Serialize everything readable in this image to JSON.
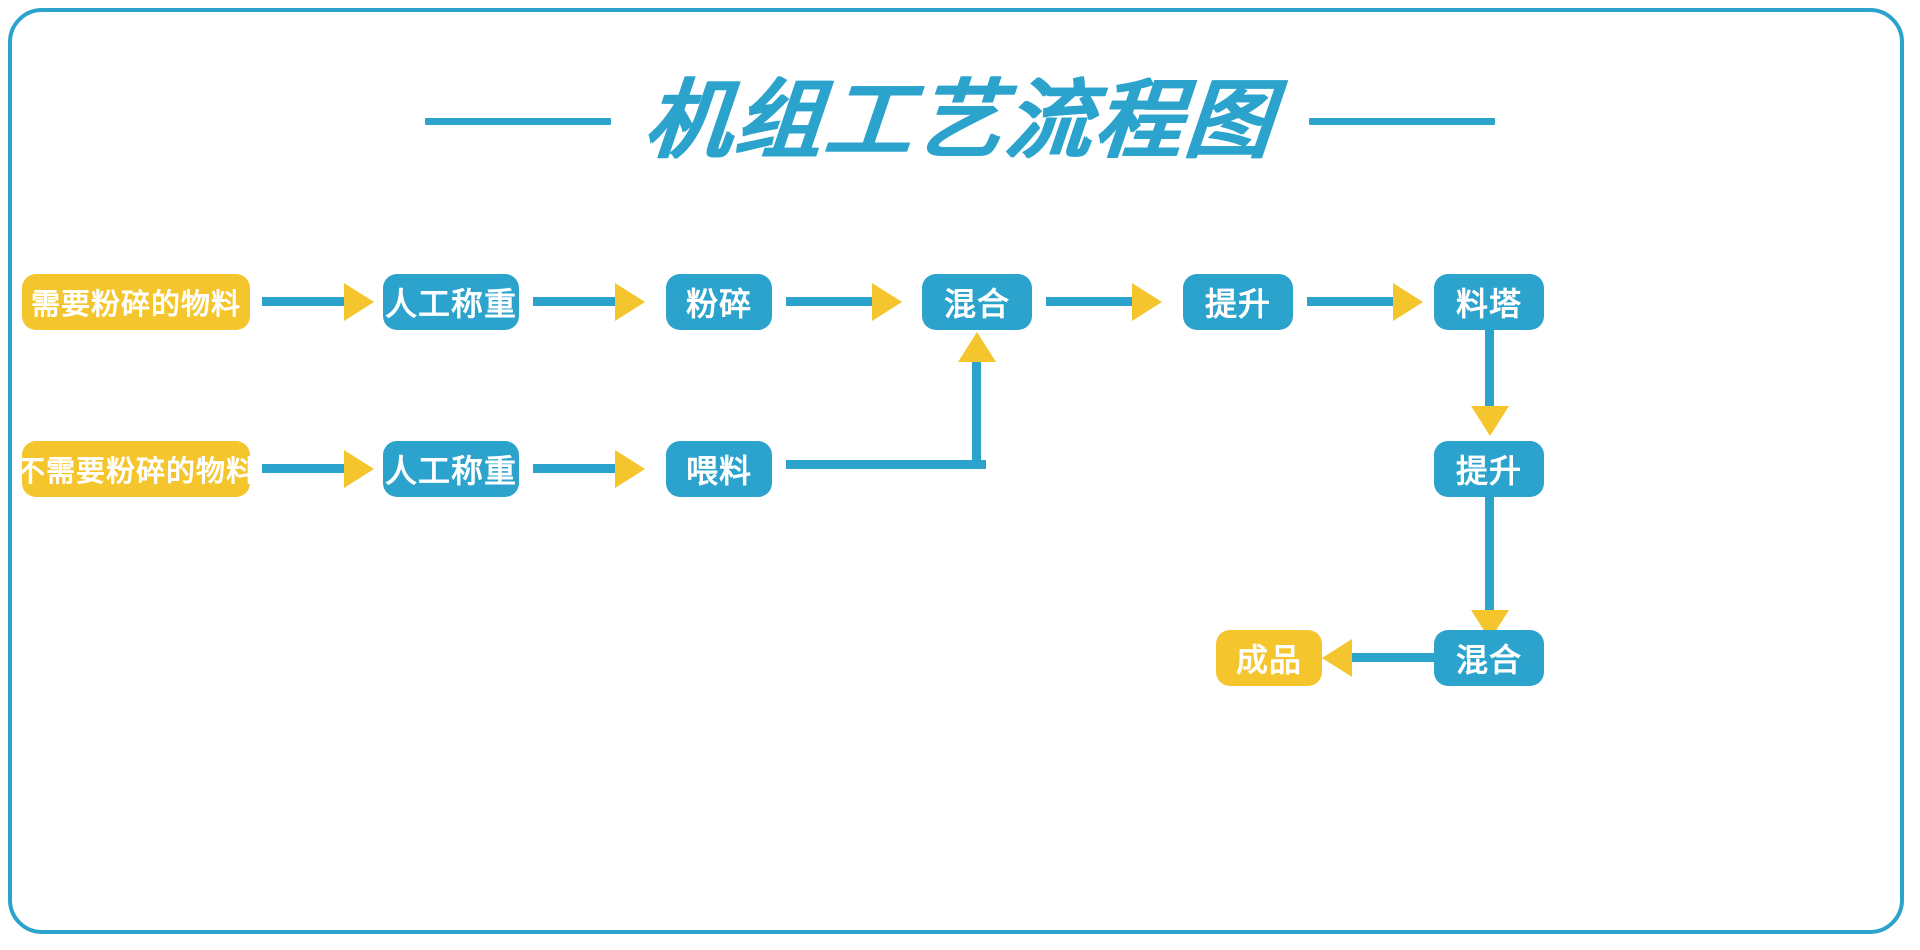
{
  "diagram": {
    "title": "机组工艺流程图",
    "colors": {
      "blue": "#2BA3CC",
      "yellow": "#F5C52E",
      "node_text": "#FFFFFF",
      "background": "#FFFFFF",
      "frame_border": "#2BA3CC"
    },
    "nodes": {
      "r1_n1": "需要粉碎的物料",
      "r1_n2": "人工称重",
      "r1_n3": "粉碎",
      "r1_n4": "混合",
      "r1_n5": "提升",
      "r1_n6": "料塔",
      "r2_n1": "不需要粉碎的物料",
      "r2_n2": "人工称重",
      "r2_n3": "喂料",
      "c_n1": "提升",
      "c_n2": "混合",
      "c_n3": "成品"
    },
    "flow": [
      {
        "from": "需要粉碎的物料",
        "to": "人工称重",
        "direction": "right"
      },
      {
        "from": "人工称重",
        "to": "粉碎",
        "direction": "right"
      },
      {
        "from": "粉碎",
        "to": "混合",
        "direction": "right"
      },
      {
        "from": "混合",
        "to": "提升",
        "direction": "right"
      },
      {
        "from": "提升",
        "to": "料塔",
        "direction": "right"
      },
      {
        "from": "不需要粉碎的物料",
        "to": "人工称重",
        "direction": "right"
      },
      {
        "from": "人工称重",
        "to": "喂料",
        "direction": "right"
      },
      {
        "from": "喂料",
        "to": "混合",
        "direction": "elbow-up"
      },
      {
        "from": "料塔",
        "to": "提升",
        "direction": "down"
      },
      {
        "from": "提升",
        "to": "混合",
        "direction": "down"
      },
      {
        "from": "混合",
        "to": "成品",
        "direction": "left"
      }
    ]
  }
}
